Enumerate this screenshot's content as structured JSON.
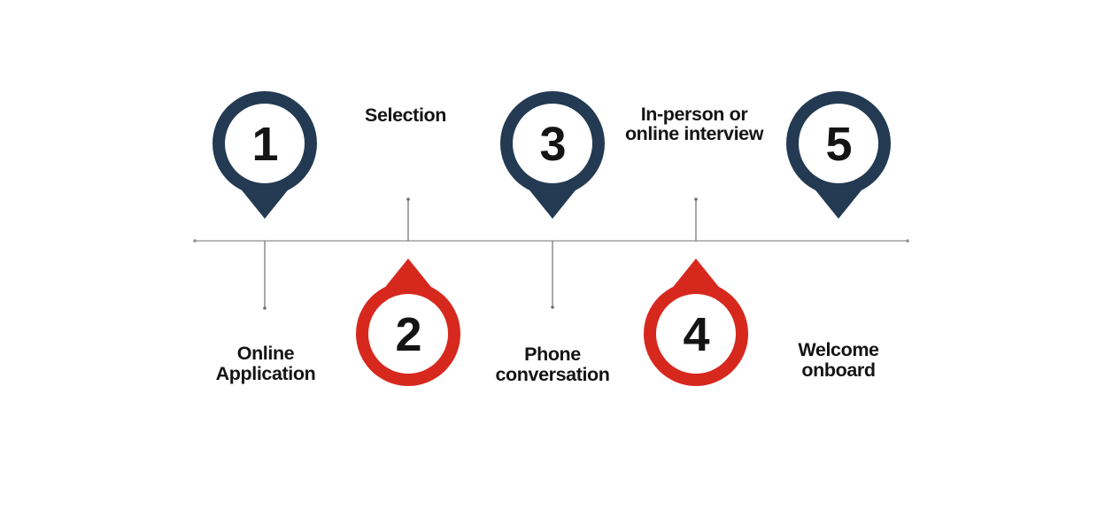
{
  "colors": {
    "navy": "#233a52",
    "red": "#d7281e",
    "line": "#8f8f8f",
    "tick": "#6e6e6e",
    "text": "#141414",
    "background": "#ffffff"
  },
  "steps": [
    {
      "number": "1",
      "label": "Online Application",
      "label_lines": [
        "Online",
        "Application"
      ],
      "pin_color": "navy",
      "pin_side": "above-line",
      "label_side": "below-line"
    },
    {
      "number": "2",
      "label": "Selection",
      "label_lines": [
        "Selection"
      ],
      "pin_color": "red",
      "pin_side": "below-line",
      "label_side": "above-line"
    },
    {
      "number": "3",
      "label": "Phone conversation",
      "label_lines": [
        "Phone",
        "conversation"
      ],
      "pin_color": "navy",
      "pin_side": "above-line",
      "label_side": "below-line"
    },
    {
      "number": "4",
      "label": "In-person or online interview",
      "label_lines": [
        "In-person or",
        "online interview"
      ],
      "pin_color": "red",
      "pin_side": "below-line",
      "label_side": "above-line"
    },
    {
      "number": "5",
      "label": "Welcome onboard",
      "label_lines": [
        "Welcome",
        "onboard"
      ],
      "pin_color": "navy",
      "pin_side": "above-line",
      "label_side": "below-line"
    }
  ]
}
